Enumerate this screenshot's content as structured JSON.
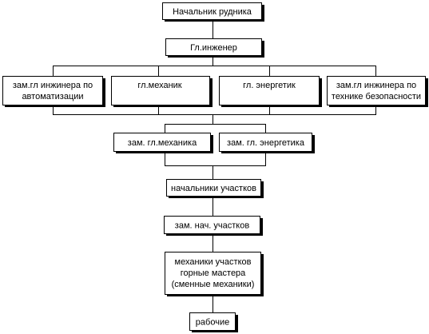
{
  "org_chart": {
    "head": {
      "label": "Начальник рудника"
    },
    "chief_engineer": {
      "label": "Гл.инженер"
    },
    "deputies": [
      {
        "id": "automation",
        "lines": [
          "зам.гл инжинера по",
          "автоматизации"
        ]
      },
      {
        "id": "mechanic",
        "lines": [
          "гл.механик"
        ]
      },
      {
        "id": "energetic",
        "lines": [
          "гл. энергетик"
        ]
      },
      {
        "id": "safety",
        "lines": [
          "зам.гл инжинера по",
          "технике безопасности"
        ]
      }
    ],
    "assistants": [
      {
        "id": "deputy-mechanic",
        "label": "зам. гл.механика"
      },
      {
        "id": "deputy-energetic",
        "label": "зам. гл. энергетика"
      }
    ],
    "section_chiefs": {
      "label": "начальники участков"
    },
    "deputy_section_chiefs": {
      "label": "зам. нач. участков"
    },
    "mechanics": {
      "lines": [
        "механики участков",
        "горные мастера",
        "(сменные механики)"
      ]
    },
    "workers": {
      "label": "рабочие"
    }
  }
}
